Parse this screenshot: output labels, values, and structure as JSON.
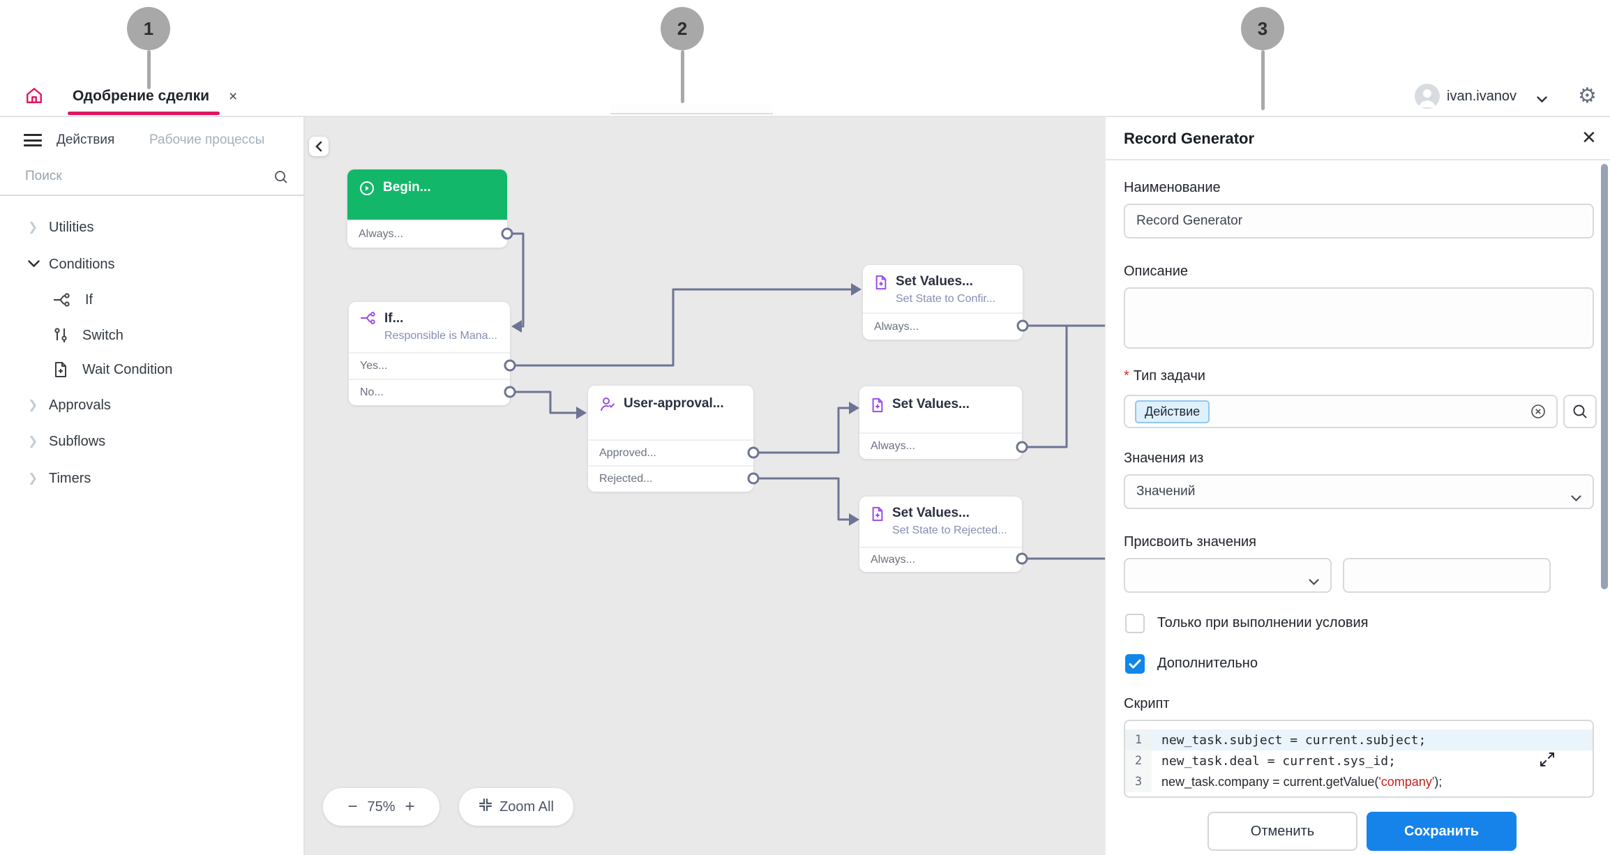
{
  "markers": {
    "m1": "1",
    "m2": "2",
    "m3": "3"
  },
  "header": {
    "tab_title": "Одобрение сделки",
    "tab_close": "×",
    "user_name": "ivan.ivanov",
    "gear_glyph": "⚙"
  },
  "sidebar": {
    "tab_actions": "Действия",
    "tab_workflows": "Рабочие процессы",
    "search_placeholder": "Поиск",
    "tree": {
      "utilities": "Utilities",
      "conditions": "Conditions",
      "if": "If",
      "switch": "Switch",
      "wait": "Wait Condition",
      "approvals": "Approvals",
      "subflows": "Subflows",
      "timers": "Timers"
    }
  },
  "canvas": {
    "nodes": {
      "begin": {
        "title": "Begin...",
        "row": "Always..."
      },
      "if": {
        "title": "If...",
        "subtitle": "Responsible is Mana...",
        "row_yes": "Yes...",
        "row_no": "No..."
      },
      "user_approval": {
        "title": "User-approval...",
        "row_approved": "Approved...",
        "row_rejected": "Rejected..."
      },
      "set_values_1": {
        "title": "Set Values...",
        "subtitle": "Set State to Confir...",
        "row": "Always..."
      },
      "set_values_2": {
        "title": "Set Values...",
        "row": "Always..."
      },
      "set_values_3": {
        "title": "Set Values...",
        "subtitle": "Set State to Rejected...",
        "row": "Always..."
      }
    },
    "toolbar": {
      "zoom_out": "−",
      "zoom_level": "75%",
      "zoom_in": "+",
      "zoom_all": "Zoom All"
    }
  },
  "panel": {
    "title": "Record Generator",
    "close": "✕",
    "name_label": "Наименование",
    "name_value": "Record Generator",
    "description_label": "Описание",
    "task_type_required": "*",
    "task_type_label": "Тип задачи",
    "task_type_tag": "Действие",
    "values_from_label": "Значения из",
    "values_from_value": "Значений",
    "assign_values_label": "Присвоить значения",
    "checkbox_condition_label": "Только при выполнении условия",
    "checkbox_advanced_label": "Дополнительно",
    "script_label": "Скрипт",
    "script": {
      "line1_no": "1",
      "line1": "new_task.subject = current.subject;",
      "line2_no": "2",
      "line2": "new_task.deal = current.sys_id;",
      "line3_no": "3",
      "line3_pre": "new_task.company = current.getValue(",
      "line3_str": "'company'",
      "line3_post": ");"
    },
    "cancel_label": "Отменить",
    "save_label": "Сохранить"
  },
  "colors": {
    "brand": "#df1660",
    "begin_green": "#12b76a",
    "icon_purple": "#9a4ce9",
    "primary_blue": "#1583e9",
    "connector": "#6d7493"
  }
}
